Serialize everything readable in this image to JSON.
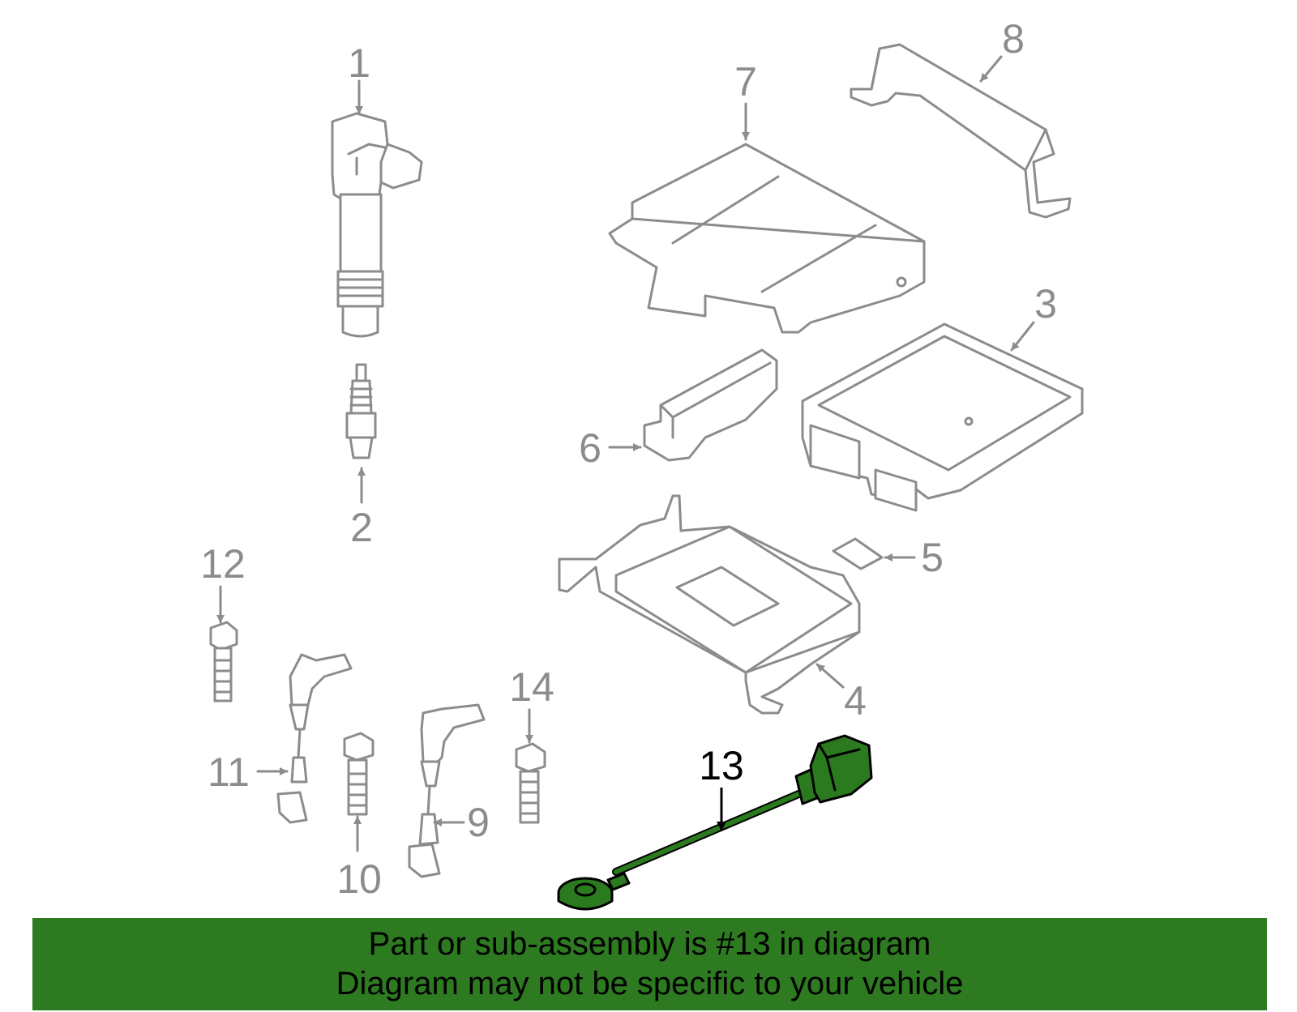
{
  "colors": {
    "part_gray": "#8c8c8c",
    "highlight_green": "#2c7a1f",
    "banner_green": "#2d7a21",
    "text_black": "#000000"
  },
  "callouts": [
    {
      "label": "1"
    },
    {
      "label": "2"
    },
    {
      "label": "3"
    },
    {
      "label": "4"
    },
    {
      "label": "5"
    },
    {
      "label": "6"
    },
    {
      "label": "7"
    },
    {
      "label": "8"
    },
    {
      "label": "9"
    },
    {
      "label": "10"
    },
    {
      "label": "11"
    },
    {
      "label": "12"
    },
    {
      "label": "13",
      "highlighted": true
    },
    {
      "label": "14"
    }
  ],
  "banner": {
    "line1": "Part or sub-assembly is #13 in diagram",
    "line2": "Diagram may not be specific to your vehicle"
  }
}
